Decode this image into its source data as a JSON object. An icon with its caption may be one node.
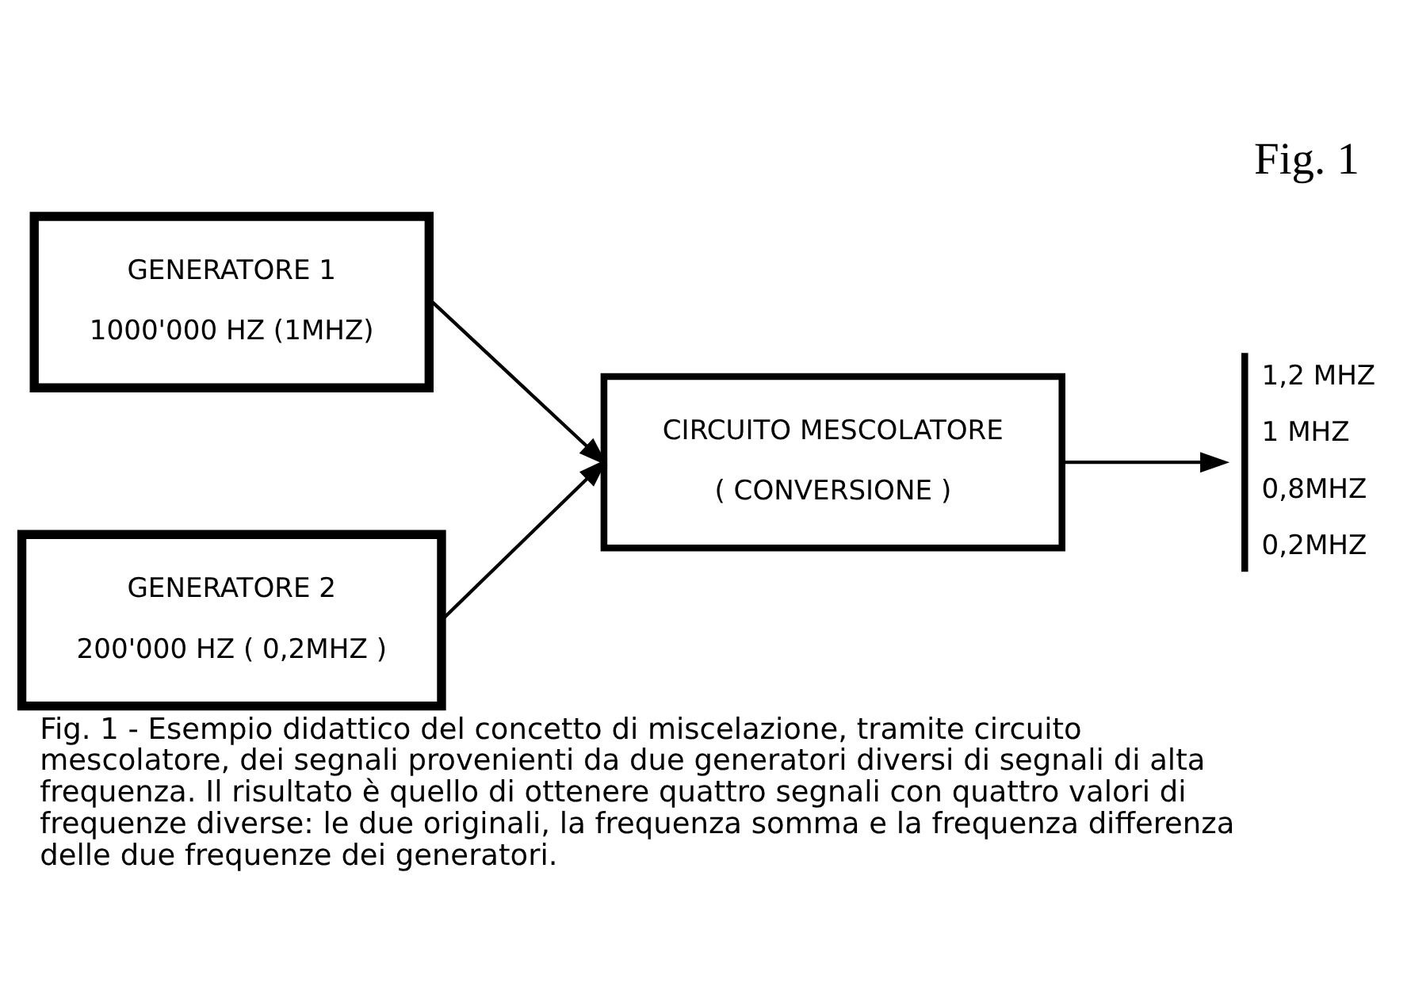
{
  "diagram": {
    "caption": "Fig. 1 - Esempio didattico del concetto di miscelazione, tramite circuito mescolatore, dei segnali provenienti da due generatori diversi di segnali di alta frequenza. Il risultato è quello di ottenere quattro segnali con quattro valori di frequenze diverse: le due originali, la frequenza somma e la frequenza differenza delle due frequenze dei generatori.",
    "nodes": [
      {
        "text": [
          "GENERATORE 1",
          "1000'000 HZ (1MHZ)"
        ]
      },
      {
        "text": [
          "GENERATORE 2",
          "200'000 HZ ( 0,2MHZ )"
        ]
      },
      {
        "text": [
          "CIRCUITO MESCOLATORE",
          "( CONVERSIONE )"
        ]
      },
      {
        "text": [
          "1,2 MHZ",
          "1 MHZ",
          "0,8MHZ",
          "0,2MHZ"
        ]
      }
    ],
    "edges": [
      {
        "from": 0,
        "to": 2,
        "arrow": "to"
      },
      {
        "from": 1,
        "to": 2,
        "arrow": "to"
      },
      {
        "from": 2,
        "to": 3,
        "arrow": "to"
      }
    ],
    "labels": [
      "Fig. 1"
    ]
  }
}
